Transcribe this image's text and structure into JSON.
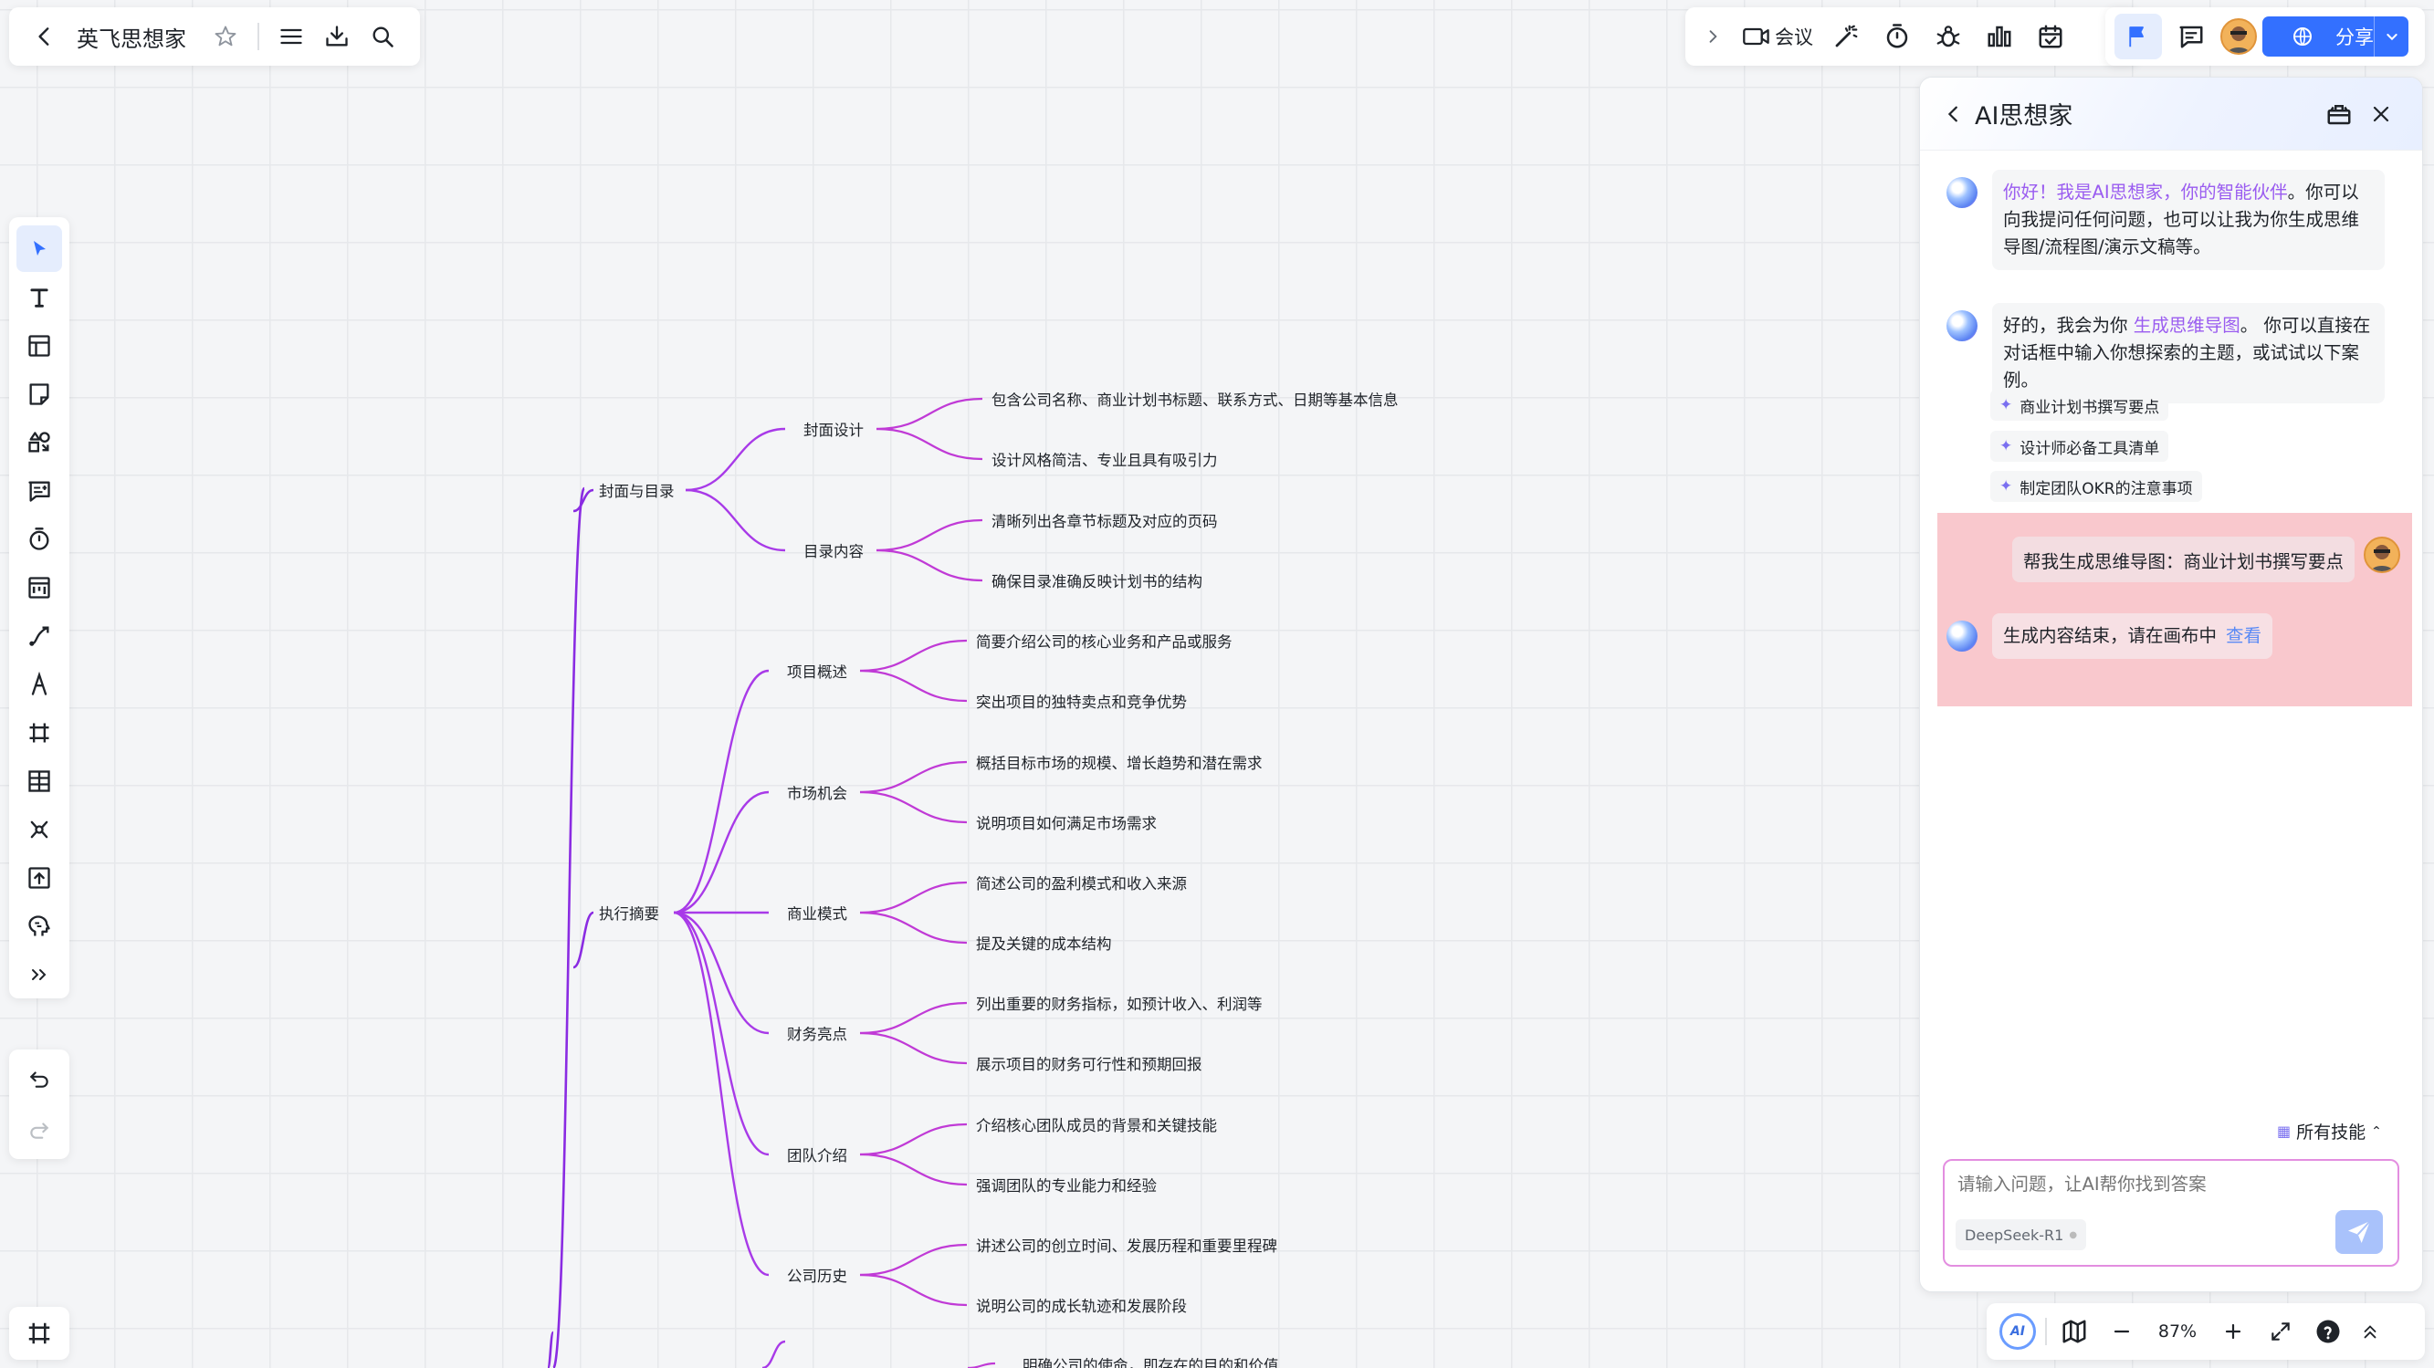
{
  "header": {
    "doc_title": "英飞思想家",
    "icons": [
      "back-icon",
      "star-icon",
      "menu-icon",
      "download-icon",
      "search-icon"
    ]
  },
  "toolbar_right": {
    "meeting_label": "会议",
    "share_label": "分享",
    "icons": [
      "chevron-right-icon",
      "video-icon",
      "magic-wand-icon",
      "timer-icon",
      "bug-icon",
      "chart-icon",
      "calendar-icon",
      "flag-icon",
      "comment-icon",
      "avatar",
      "globe-icon",
      "chevron-down-icon"
    ]
  },
  "left_toolbar": {
    "icons": [
      "select-icon",
      "text-icon",
      "layout-icon",
      "sticky-note-icon",
      "shapes-icon",
      "comment-icon",
      "timer-icon",
      "kanban-icon",
      "connector-icon",
      "pen-icon",
      "frame-icon",
      "table-icon",
      "mindmap-icon",
      "upload-icon",
      "ai-brain-icon",
      "more-icon"
    ],
    "undo_icons": [
      "undo-icon",
      "redo-icon"
    ]
  },
  "zoom": {
    "level": "87%",
    "ai_badge": "AI"
  },
  "ai_panel": {
    "title": "AI思想家",
    "greeting": {
      "highlight": "你好！我是AI思想家，你的智能伙伴",
      "rest": "。你可以向我提问任何问题，也可以让我为你生成思维导图/流程图/演示文稿等。"
    },
    "reply1": {
      "pre": "好的，我会为你 ",
      "link": "生成思维导图",
      "post": "。 你可以直接在对话框中输入你想探索的主题，或试试以下案例。"
    },
    "suggestions": [
      "商业计划书撰写要点",
      "设计师必备工具清单",
      "制定团队OKR的注意事项"
    ],
    "user_message": "帮我生成思维导图：商业计划书撰写要点",
    "reply2": {
      "text": "生成内容结束，请在画布中",
      "link": "查看"
    },
    "skills_label": "所有技能",
    "input_placeholder": "请输入问题，让AI帮你找到答案",
    "model": "DeepSeek-R1",
    "colors": {
      "accent": "#3370ff",
      "highlight_bg": "#f9c8cd",
      "input_border": "#e38ee0",
      "hl_purple": "#9a5cf0"
    }
  },
  "mindmap": {
    "colors": {
      "l1": "#8a2be2",
      "l2": "#a83ae8",
      "l3": "#c03ad6"
    },
    "branches": [
      {
        "label": "封面与目录",
        "children": [
          {
            "label": "封面设计",
            "leaves": [
              "包含公司名称、商业计划书标题、联系方式、日期等基本信息",
              "设计风格简洁、专业且具有吸引力"
            ]
          },
          {
            "label": "目录内容",
            "leaves": [
              "清晰列出各章节标题及对应的页码",
              "确保目录准确反映计划书的结构"
            ]
          }
        ]
      },
      {
        "label": "执行摘要",
        "children": [
          {
            "label": "项目概述",
            "leaves": [
              "简要介绍公司的核心业务和产品或服务",
              "突出项目的独特卖点和竞争优势"
            ]
          },
          {
            "label": "市场机会",
            "leaves": [
              "概括目标市场的规模、增长趋势和潜在需求",
              "说明项目如何满足市场需求"
            ]
          },
          {
            "label": "商业模式",
            "leaves": [
              "简述公司的盈利模式和收入来源",
              "提及关键的成本结构"
            ]
          },
          {
            "label": "财务亮点",
            "leaves": [
              "列出重要的财务指标，如预计收入、利润等",
              "展示项目的财务可行性和预期回报"
            ]
          },
          {
            "label": "团队介绍",
            "leaves": [
              "介绍核心团队成员的背景和关键技能",
              "强调团队的专业能力和经验"
            ]
          },
          {
            "label": "公司历史",
            "leaves": [
              "讲述公司的创立时间、发展历程和重要里程碑",
              "说明公司的成长轨迹和发展阶段"
            ]
          }
        ]
      }
    ],
    "partial_leaf": "明确公司的使命，即存在的目的和价值"
  }
}
